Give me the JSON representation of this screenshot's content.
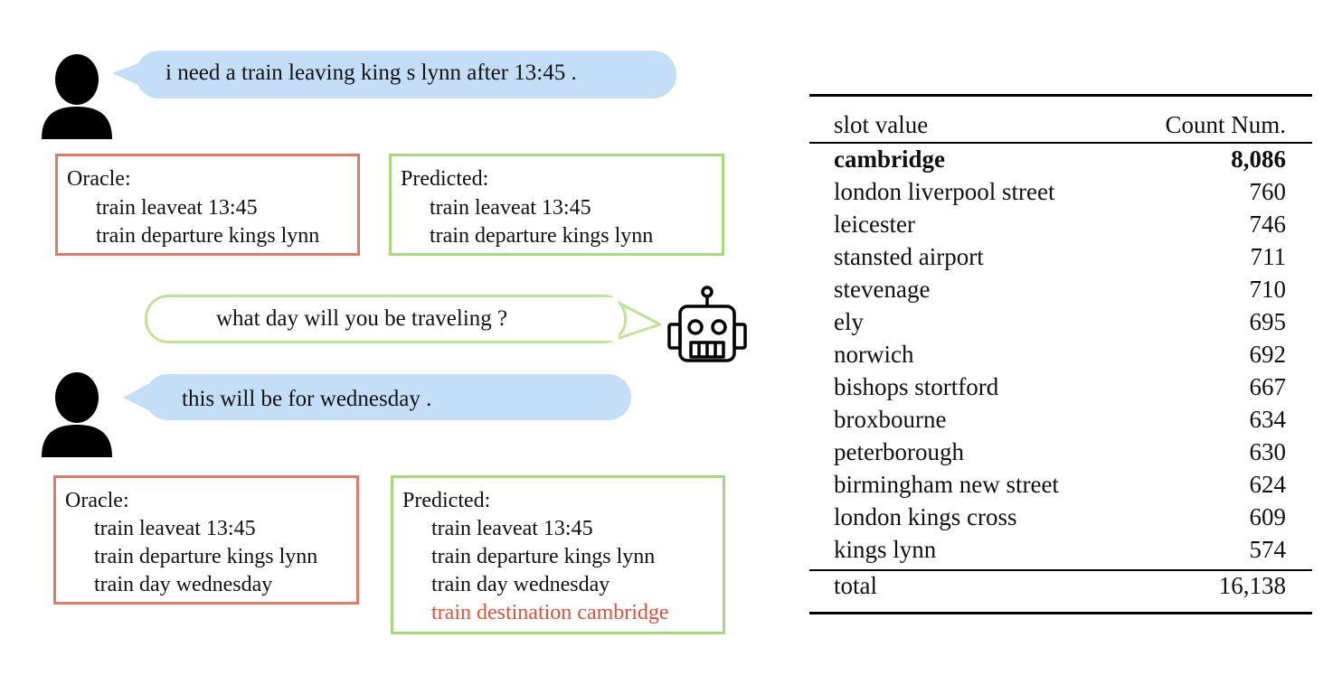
{
  "dialogue": {
    "turn1": {
      "user": "i need a train leaving king s lynn after 13:45 ."
    },
    "state1": {
      "oracle": {
        "title": "Oracle:",
        "lines": [
          "train leaveat 13:45",
          "train departure kings lynn"
        ]
      },
      "predicted": {
        "title": "Predicted:",
        "lines": [
          "train leaveat 13:45",
          "train departure kings lynn"
        ]
      }
    },
    "turn2": {
      "system": "what day will you be traveling ?",
      "user": "this will be for wednesday ."
    },
    "state2": {
      "oracle": {
        "title": "Oracle:",
        "lines": [
          "train leaveat 13:45",
          "train departure kings lynn",
          "train day wednesday"
        ]
      },
      "predicted": {
        "title": "Predicted:",
        "lines": [
          "train leaveat 13:45",
          "train departure kings lynn",
          "train day wednesday"
        ],
        "error_line": "train destination cambridge"
      }
    }
  },
  "colors": {
    "user_bubble": "#c3def6",
    "system_bubble_border": "#bfe39a",
    "oracle_border": "#dc7c6c",
    "predicted_border": "#a8d87e",
    "error_text": "#d9533f"
  },
  "icons": {
    "user": "person-icon",
    "system": "robot-icon"
  },
  "table": {
    "headers": [
      "slot value",
      "Count Num."
    ],
    "rows": [
      [
        "cambridge",
        "8,086"
      ],
      [
        "london liverpool street",
        "760"
      ],
      [
        "leicester",
        "746"
      ],
      [
        "stansted airport",
        "711"
      ],
      [
        "stevenage",
        "710"
      ],
      [
        "ely",
        "695"
      ],
      [
        "norwich",
        "692"
      ],
      [
        "bishops stortford",
        "667"
      ],
      [
        "broxbourne",
        "634"
      ],
      [
        "peterborough",
        "630"
      ],
      [
        "birmingham new street",
        "624"
      ],
      [
        "london kings cross",
        "609"
      ],
      [
        "kings lynn",
        "574"
      ]
    ],
    "total": [
      "total",
      "16,138"
    ]
  }
}
